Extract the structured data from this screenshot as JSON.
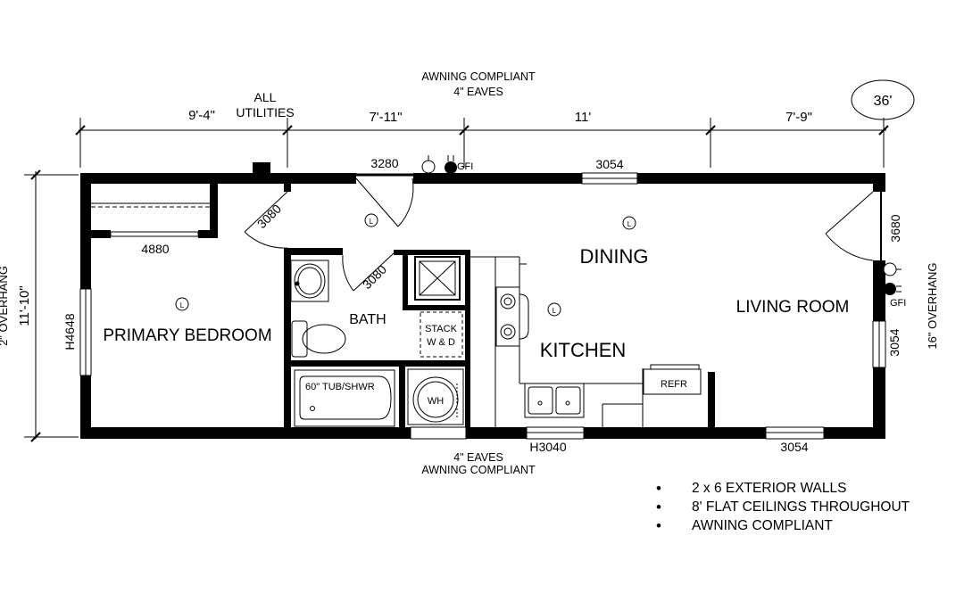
{
  "dimensions": {
    "top_segments": [
      "9'-4\"",
      "7'-11\"",
      "11'",
      "7'-9\""
    ],
    "overall_length": "36'",
    "width": "11'-10\""
  },
  "labels": {
    "all_utilities_line1": "ALL",
    "all_utilities_line2": "UTILITIES",
    "awning_top_line1": "AWNING COMPLIANT",
    "awning_top_line2": "4\" EAVES",
    "awning_bottom_line1": "4\" EAVES",
    "awning_bottom_line2": "AWNING COMPLIANT",
    "overhang_left": "2\" OVERHANG",
    "overhang_right": "16\" OVERHANG",
    "gfi_top": "GFI",
    "gfi_right": "GFI"
  },
  "openings": {
    "door_bedroom": "3080",
    "door_bath": "3080",
    "door_front": "3280",
    "door_side": "3680",
    "window_top": "3054",
    "window_bedroom_closet": "4880",
    "window_bedroom_side": "H4648",
    "window_living_side": "3054",
    "window_kitchen": "H3040",
    "window_living_bottom": "3054"
  },
  "rooms": {
    "primary_bedroom": "PRIMARY BEDROOM",
    "bath": "BATH",
    "kitchen": "KITCHEN",
    "dining": "DINING",
    "living_room": "LIVING ROOM"
  },
  "fixtures": {
    "stack_line1": "STACK",
    "stack_line2": "W & D",
    "tub": "60\" TUB/SHWR",
    "water_heater": "WH",
    "refrigerator": "REFR",
    "light": "L"
  },
  "notes": [
    "2 x 6 EXTERIOR WALLS",
    "8' FLAT CEILINGS THROUGHOUT",
    "AWNING COMPLIANT"
  ]
}
